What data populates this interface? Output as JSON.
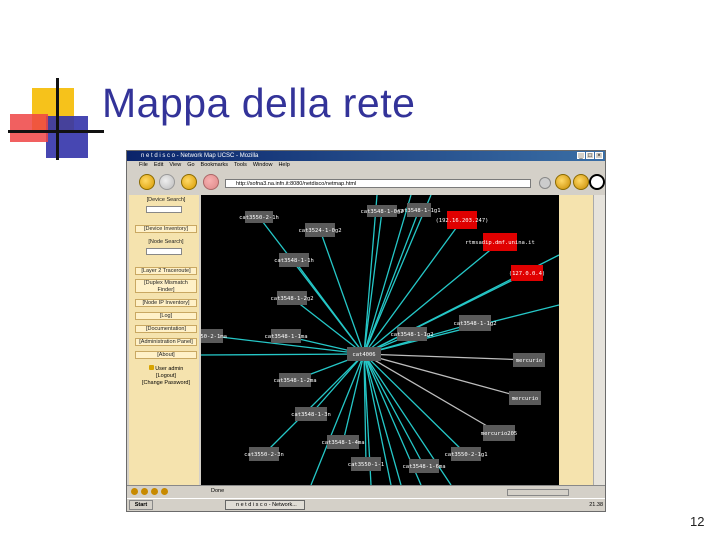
{
  "slide": {
    "title": "Mappa della rete",
    "page": "12"
  },
  "browser": {
    "window_title": "n e t d i s c o - Network Map UCSC - Mozilla",
    "menu": [
      "File",
      "Edit",
      "View",
      "Go",
      "Bookmarks",
      "Tools",
      "Window",
      "Help"
    ],
    "url": "http://sofna3.na.infn.it:8080/netdisco/netmap.html",
    "status": "Done",
    "taskbar_start": "Start",
    "taskbar_item": "n e t d i s c o - Network...",
    "clock": "21.38"
  },
  "sidebar": {
    "items": [
      "[Device Search]",
      "[Device Inventory]",
      "[Node Search]",
      "[Layer 2 Traceroute]",
      "[Duplex Mismatch Finder]",
      "[Node IP Inventory]",
      "[Log]",
      "[Documentation]",
      "[Administration Panel]",
      "[About]"
    ],
    "user_label": "User",
    "user_name": "admin",
    "logout": "[Logout]",
    "change_password": "[Change Password]"
  },
  "network_map": {
    "center": "cat4006",
    "nodes": [
      "cat3550-2-1h",
      "cat3548-1-0g2",
      "cat3548-1-1g1",
      "cat3524-1-0g2",
      "(192.16.203.247)",
      "rtmsadip.dmf.unina.it",
      "(127.0.0.4)",
      "cat3548-1-1h",
      "cat3548-1-2g2",
      "cat3548-1-1g2",
      "cat3548-1-1g2",
      "550-2-1ma",
      "cat3548-1-1ma",
      "mercurio",
      "cat3548-1-2ma",
      "mercurio",
      "cat3548-1-3n",
      "mercurio205",
      "cat3548-1-4ma",
      "cat3550-2-3n",
      "cat3550-2-1g1",
      "cat3550-1-1",
      "cat3548-1-6ma"
    ],
    "colors": {
      "link": "#25c7c7",
      "node": "#5a5a5a",
      "highlight": "#e00000",
      "background": "#000000"
    }
  }
}
